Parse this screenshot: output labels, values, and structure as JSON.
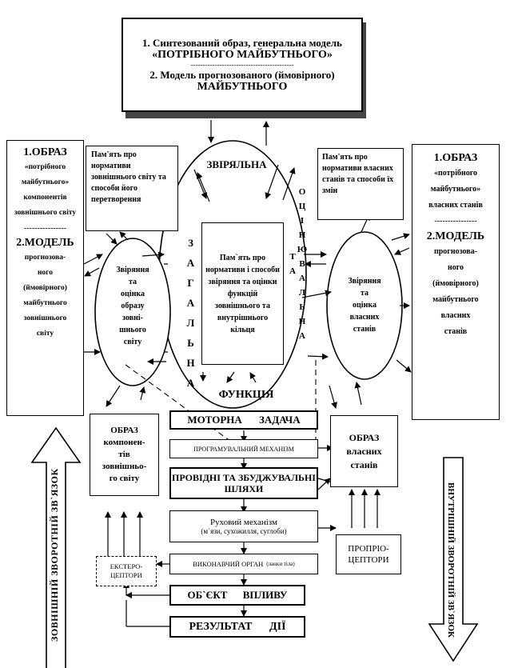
{
  "top": {
    "line1": "1. Синтезований образ, генеральна модель",
    "line2": "«ПОТРІБНОГО МАЙБУТНЬОГО»",
    "divider": "-------------------------------------------",
    "line3": "2. Модель прогнозованого (ймовірного)",
    "line4": "МАЙБУТНЬОГО"
  },
  "left_panel": {
    "title1": "1.ОБРАЗ",
    "sub1": "«потрібного майбутнього» компонентів зовнішнього світу",
    "divider": "----------------",
    "title2": "2.МОДЕЛЬ",
    "sub2": "прогнозова-\nного\n(ймовірного)\nмайбутнього\nзовнішнього\nсвіту"
  },
  "right_panel": {
    "title1": "1.ОБРАЗ",
    "sub1": "«потрібного майбутнього» власних станів",
    "divider": "----------------",
    "title2": "2.МОДЕЛЬ",
    "sub2": "прогнозова-\nного\n(ймовірного)\nмайбутнього\nвласних\nстанів"
  },
  "memory_ext": "Пам'ять про нормативи зовнішнього світу та способи його перетворення",
  "memory_own": "Пам'ять про нормативи власних станів та способи їх змін",
  "center_box": "Пам`ять про нормативи і способи звіряння та оцінки функцій зовнішнього та внутрішнього кільця",
  "center_top_label": "ЗВІРЯЛЬНА",
  "center_left_label": "ЗАГАЛЬНА",
  "center_right_label": "ТА ОЦІНЮВАЛЬНА",
  "center_bottom_label": "ФУНКЦІЯ",
  "left_ellipse": "Звіряння\nта\nоцінка\nобразу\nзовні-\nшнього\nсвіту",
  "right_ellipse": "Звіряння\nта\nоцінка\nвласних\nстанів",
  "image_ext": "ОБРАЗ\nкомпонен-\nтів\nзовнішньо-\nго світу",
  "image_own": "ОБРАЗ\nвласних\nстанів",
  "chain": {
    "motor_task": "МОТОРНА ЗАДАЧА",
    "program": "ПРОГРАМУВАЛЬНИЙ МЕХАНІЗМ",
    "pathways": "ПРОВІДНІ ТА ЗБУДЖУВАЛЬНІ\nШЛЯХИ",
    "executive_title": "Руховий механізм",
    "executive_sub": "(м`язи, сухожилля, суглоби)",
    "organ_title": "ВИКОНАВЧИЙ ОРГАН",
    "organ_sub": "(ланки тіла)",
    "object": "ОБ`ЄКТ ВПЛИВУ",
    "result": "РЕЗУЛЬТАТ ДІЇ"
  },
  "extero": "ЕКСТЕРО-\nЦЕПТОРИ",
  "proprio": "ПРОПРІО-\nЦЕПТОРИ",
  "left_arrow": "ЗОВНІШНІЙ ЗВОРОТНІЙ ЗВ`ЯЗОК",
  "right_arrow": "ВНУТРІШНІЙ ЗВОРОТНІЙ ЗВ`ЯЗОК"
}
